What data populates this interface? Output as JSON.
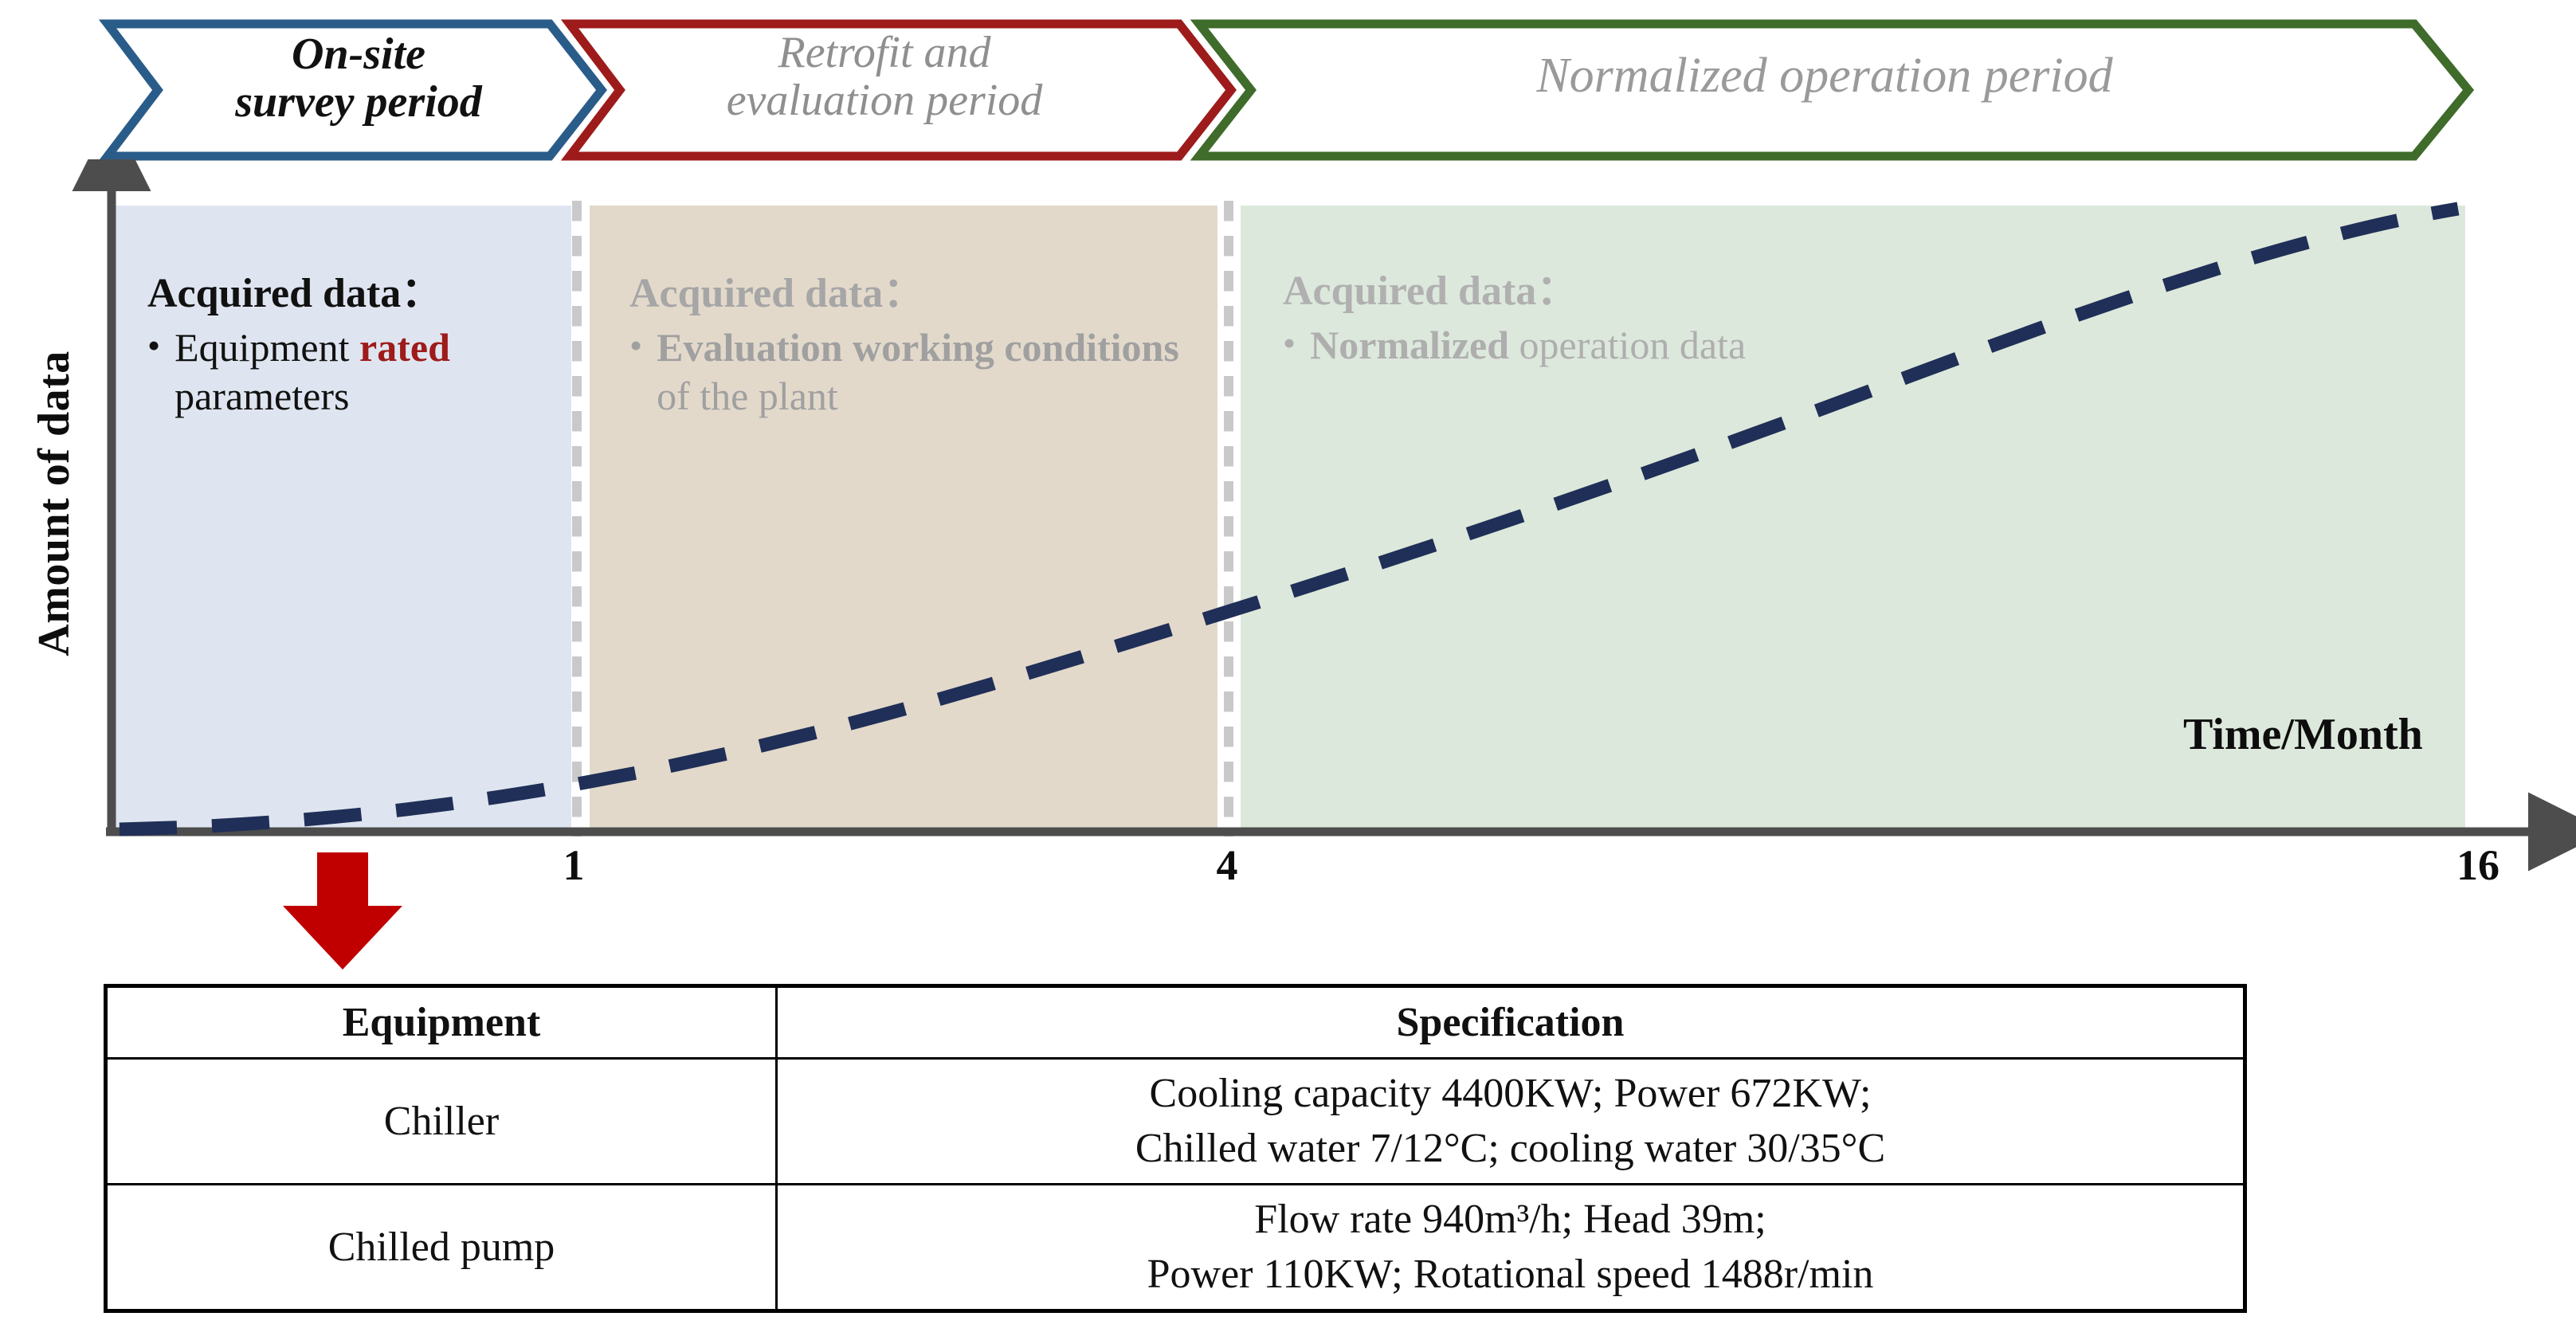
{
  "timeline": {
    "phases": [
      {
        "id": "on-site-survey",
        "label": "On-site\nsurvey period",
        "outline_color": "#2a5c8a",
        "text_color": "#111111",
        "bold": true
      },
      {
        "id": "retrofit-evaluation",
        "label": "Retrofit and\nevaluation period",
        "outline_color": "#9e1b1b",
        "text_color": "#8f8f8f",
        "bold": false
      },
      {
        "id": "normalized-operation",
        "label": "Normalized operation period",
        "outline_color": "#3f6b2b",
        "text_color": "#9a9a9a",
        "bold": false
      }
    ]
  },
  "chart_data": {
    "type": "line",
    "title": "",
    "xlabel": "Time/Month",
    "ylabel": "Amount of data",
    "xticks": [
      "1",
      "4",
      "16"
    ],
    "xtick_values": [
      1,
      4,
      16
    ],
    "ylim": [
      0,
      1
    ],
    "grid": false,
    "legend": "none",
    "series": [
      {
        "name": "Amount of data",
        "style": "dashed",
        "color": "#1f2f57",
        "x": [
          0,
          1,
          2,
          3,
          4,
          6,
          8,
          10,
          12,
          14,
          16
        ],
        "y": [
          0.01,
          0.04,
          0.09,
          0.14,
          0.2,
          0.32,
          0.44,
          0.57,
          0.71,
          0.85,
          0.99
        ]
      }
    ],
    "regions": [
      {
        "id": "survey-region",
        "label": "On-site survey period",
        "x_start": 0,
        "x_end": 1,
        "color": "#dfe5f0"
      },
      {
        "id": "retrofit-region",
        "label": "Retrofit and evaluation period",
        "x_start": 1,
        "x_end": 4,
        "color": "#e3d9cb"
      },
      {
        "id": "normalized-region",
        "label": "Normalized operation period",
        "x_start": 4,
        "x_end": 16,
        "color": "#dde8dc"
      }
    ]
  },
  "data_blocks": [
    {
      "id": "survey-data",
      "title": "Acquired data：",
      "bullet_marker": "•",
      "bullet_parts": [
        {
          "text": "Equipment ",
          "emphasis": "none"
        },
        {
          "text": "rated",
          "emphasis": "bold-red"
        },
        {
          "text": " parameters",
          "emphasis": "none"
        }
      ],
      "plain_text": "Equipment rated parameters"
    },
    {
      "id": "retrofit-data",
      "title": "Acquired data：",
      "bullet_marker": "•",
      "bullet_parts": [
        {
          "text": "Evaluation working conditions",
          "emphasis": "bold"
        },
        {
          "text": " of the plant",
          "emphasis": "none"
        }
      ],
      "plain_text": "Evaluation working conditions of the plant"
    },
    {
      "id": "normalized-data",
      "title": "Acquired data：",
      "bullet_marker": "•",
      "bullet_parts": [
        {
          "text": "Normalized",
          "emphasis": "bold"
        },
        {
          "text": " operation data",
          "emphasis": "none"
        }
      ],
      "plain_text": "Normalized operation data"
    }
  ],
  "callout_arrow": {
    "id": "down-arrow",
    "color": "#C00000",
    "direction": "down"
  },
  "table": {
    "headers": [
      "Equipment",
      "Specification"
    ],
    "rows": [
      {
        "equipment": "Chiller",
        "spec_lines": [
          "Cooling capacity 4400KW; Power 672KW;",
          "Chilled water 7/12°C; cooling water 30/35°C"
        ]
      },
      {
        "equipment": "Chilled pump",
        "spec_lines": [
          "Flow rate 940m³/h; Head 39m;",
          "Power 110KW; Rotational speed 1488r/min"
        ]
      }
    ]
  },
  "colors": {
    "blue_outline": "#2a5c8a",
    "red_outline": "#9e1b1b",
    "green_outline": "#3f6b2b",
    "curve": "#1f2f57",
    "axis": "#4d4d4d",
    "accent_red": "#C00000",
    "region_blue": "#dfe5f0",
    "region_beige": "#e3d9cb",
    "region_green": "#dde8dc"
  }
}
